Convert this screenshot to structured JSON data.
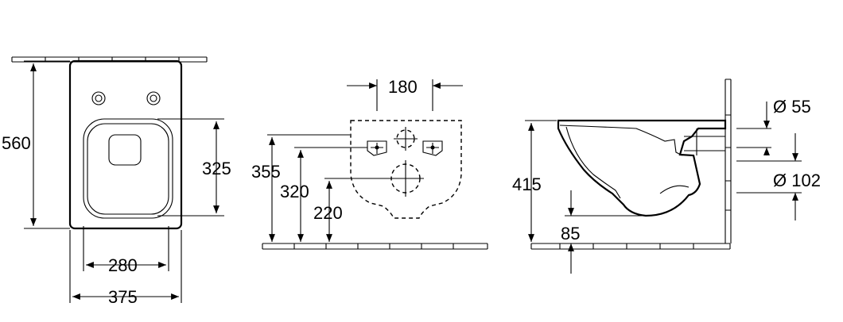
{
  "dimensions": {
    "front_height": "560",
    "front_inner_width": "280",
    "front_outer_width": "375",
    "front_seat_height": "325",
    "mid_width": "180",
    "mid_h1": "355",
    "mid_h2": "320",
    "mid_h3": "220",
    "side_height": "415",
    "side_floor_gap": "85",
    "side_d_small": "Ø 55",
    "side_d_large": "Ø 102"
  }
}
